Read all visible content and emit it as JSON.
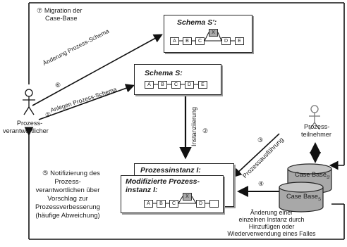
{
  "step_labels": {
    "migration_num": "⑦",
    "migration_line1": "Migration der",
    "migration_line2": "Case-Base",
    "change_num": "⑥",
    "create_num": "①",
    "instantiate_num": "②",
    "execute_num": "③",
    "modify_num": "④",
    "notify_num": "⑤"
  },
  "edge_labels": {
    "change_schema": "Änderung Prozess-Schema",
    "create_schema": "Anlegen Prozess-Schema",
    "instantiation": "Instanziierung",
    "process_execution": "Prozessausführung"
  },
  "schema_s_prime": {
    "title": "Schema S':",
    "nodes": [
      "A",
      "B",
      "C",
      "X",
      "D",
      "E"
    ]
  },
  "schema_s": {
    "title": "Schema S:",
    "nodes": [
      "A",
      "B",
      "C",
      "D",
      "E"
    ]
  },
  "process_instance": {
    "title": "Prozessinstanz I:"
  },
  "modified_instance": {
    "title_line1": "Modifizierte Prozess-",
    "title_line2": "instanz I:",
    "nodes": [
      "A",
      "B",
      "C",
      "X",
      "D",
      ""
    ]
  },
  "actors": {
    "owner_line1": "Prozess-",
    "owner_line2": "verantwortlicher",
    "participant_line1": "Prozess-",
    "participant_line2": "teilnehmer"
  },
  "case_bases": {
    "back_label": "Case Base",
    "back_sub": "S'",
    "front_label": "Case Base",
    "front_sub": "S"
  },
  "notification": {
    "num": "⑤",
    "line1": "Notifizierung des",
    "line2": "Prozess-",
    "line3": "verantwortlichen über",
    "line4": "Vorschlag zur",
    "line5": "Prozessverbesserung",
    "line6": "(häufige Abweichung)"
  },
  "modification_note": {
    "line1": "Änderung einer",
    "line2": "einzelnen Instanz durch",
    "line3": "Hinzufügen oder",
    "line4": "Wiederverwendung eines Falles"
  }
}
